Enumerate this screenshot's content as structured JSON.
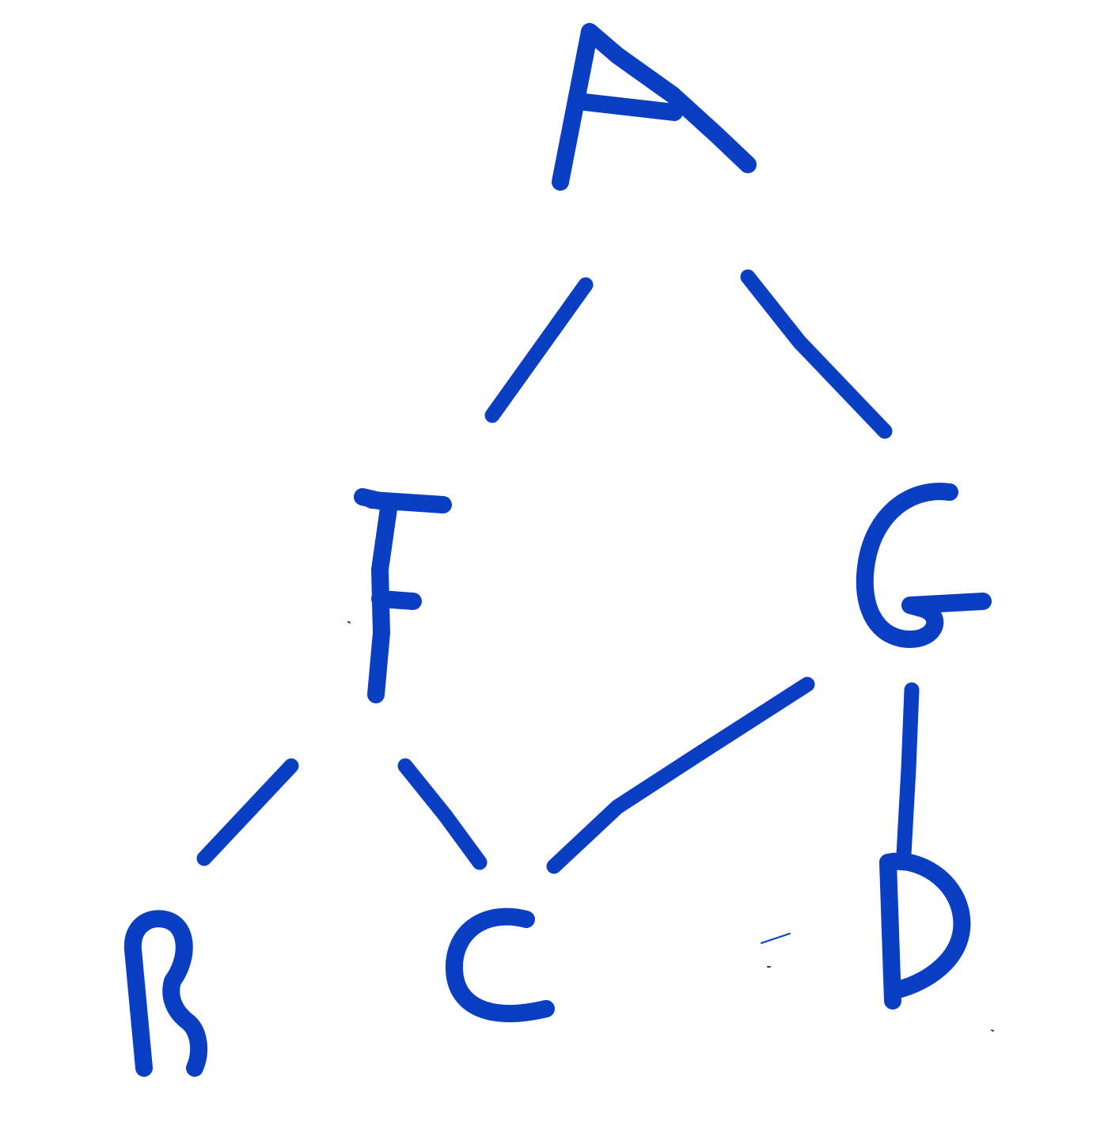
{
  "diagram": {
    "type": "tree",
    "ink_color": "#0a3fc4",
    "background": "#ffffff",
    "nodes": [
      {
        "id": "A",
        "label": "A"
      },
      {
        "id": "F",
        "label": "F"
      },
      {
        "id": "G",
        "label": "G"
      },
      {
        "id": "B",
        "label": "B"
      },
      {
        "id": "C",
        "label": "C"
      },
      {
        "id": "D",
        "label": "D"
      }
    ],
    "edges": [
      {
        "from": "A",
        "to": "F"
      },
      {
        "from": "A",
        "to": "G"
      },
      {
        "from": "F",
        "to": "B"
      },
      {
        "from": "F",
        "to": "C"
      },
      {
        "from": "G",
        "to": "C"
      },
      {
        "from": "G",
        "to": "D"
      }
    ]
  }
}
